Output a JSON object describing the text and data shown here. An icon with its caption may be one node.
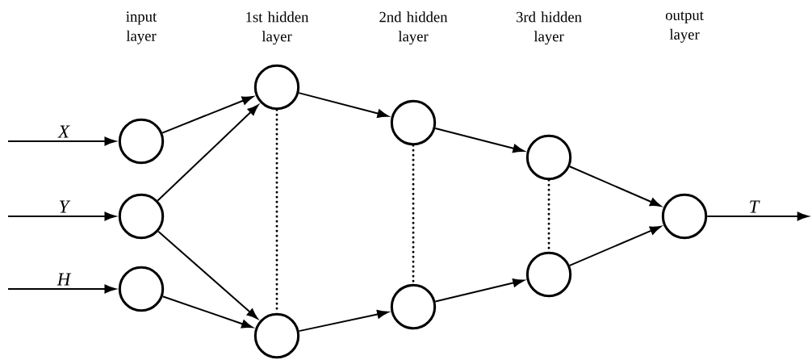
{
  "diagram": {
    "nodes": [
      {
        "text": [],
        "shape": "circle"
      },
      {
        "text": [],
        "shape": "circle"
      },
      {
        "text": [],
        "shape": "circle"
      },
      {
        "text": [],
        "shape": "circle"
      },
      {
        "text": [],
        "shape": "circle"
      },
      {
        "text": [],
        "shape": "circle"
      },
      {
        "text": [],
        "shape": "circle"
      },
      {
        "text": [],
        "shape": "circle"
      },
      {
        "text": [],
        "shape": "circle"
      },
      {
        "text": [],
        "shape": "circle"
      }
    ],
    "edges": [
      {
        "from": null,
        "to": 0,
        "arrow": "to",
        "label": "X"
      },
      {
        "from": null,
        "to": 1,
        "arrow": "to",
        "label": "Y"
      },
      {
        "from": null,
        "to": 2,
        "arrow": "to",
        "label": "H"
      },
      {
        "from": 0,
        "to": 3,
        "arrow": "to"
      },
      {
        "from": 1,
        "to": 3,
        "arrow": "to"
      },
      {
        "from": 1,
        "to": 4,
        "arrow": "to"
      },
      {
        "from": 2,
        "to": 4,
        "arrow": "to"
      },
      {
        "from": 3,
        "to": 5,
        "arrow": "to"
      },
      {
        "from": 4,
        "to": 6,
        "arrow": "to"
      },
      {
        "from": 5,
        "to": 7,
        "arrow": "to"
      },
      {
        "from": 6,
        "to": 8,
        "arrow": "to"
      },
      {
        "from": 7,
        "to": 9,
        "arrow": "to"
      },
      {
        "from": 8,
        "to": 9,
        "arrow": "to"
      },
      {
        "from": 9,
        "to": null,
        "arrow": "to",
        "label": "T"
      },
      {
        "from": 3,
        "to": 4,
        "arrow": "none",
        "style": "dashed"
      },
      {
        "from": 5,
        "to": 6,
        "arrow": "none",
        "style": "dashed"
      },
      {
        "from": 7,
        "to": 8,
        "arrow": "none",
        "style": "dashed"
      }
    ],
    "labels": [
      "input layer",
      "1st hidden layer",
      "2nd hidden layer",
      "3rd hidden layer",
      "output layer"
    ]
  }
}
